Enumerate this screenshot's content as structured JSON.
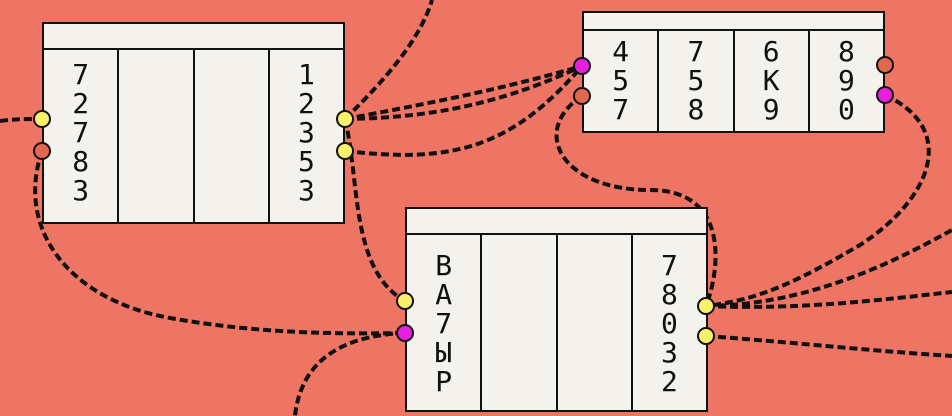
{
  "colors": {
    "background": "#EE7563",
    "node_fill": "#F4F2EC",
    "stroke": "#111111",
    "port_yellow": "#FBF06A",
    "port_magenta": "#E81FE0",
    "port_red": "#E2674F"
  },
  "nodes": [
    {
      "id": "a",
      "cells": [
        "7\n2\n7\n8\n3",
        "",
        "",
        "1\n2\n3\n5\n3"
      ]
    },
    {
      "id": "b",
      "cells": [
        "4\n5\n7",
        "7\n5\n8",
        "6\nК\n9",
        "8\n9\n0"
      ]
    },
    {
      "id": "c",
      "cells": [
        "В\nА\n7\nЫ\nР",
        "",
        "",
        "7\n8\n0\n3\n2"
      ]
    }
  ],
  "ports": [
    {
      "id": "a-l1",
      "color": "yellow"
    },
    {
      "id": "a-l2",
      "color": "red"
    },
    {
      "id": "a-r1",
      "color": "yellow"
    },
    {
      "id": "a-r2",
      "color": "yellow"
    },
    {
      "id": "b-l1",
      "color": "magenta"
    },
    {
      "id": "b-l2",
      "color": "red"
    },
    {
      "id": "b-r1",
      "color": "red"
    },
    {
      "id": "b-r2",
      "color": "magenta"
    },
    {
      "id": "c-l1",
      "color": "yellow"
    },
    {
      "id": "c-l2",
      "color": "magenta"
    },
    {
      "id": "c-r1",
      "color": "yellow"
    },
    {
      "id": "c-r2",
      "color": "yellow"
    }
  ]
}
